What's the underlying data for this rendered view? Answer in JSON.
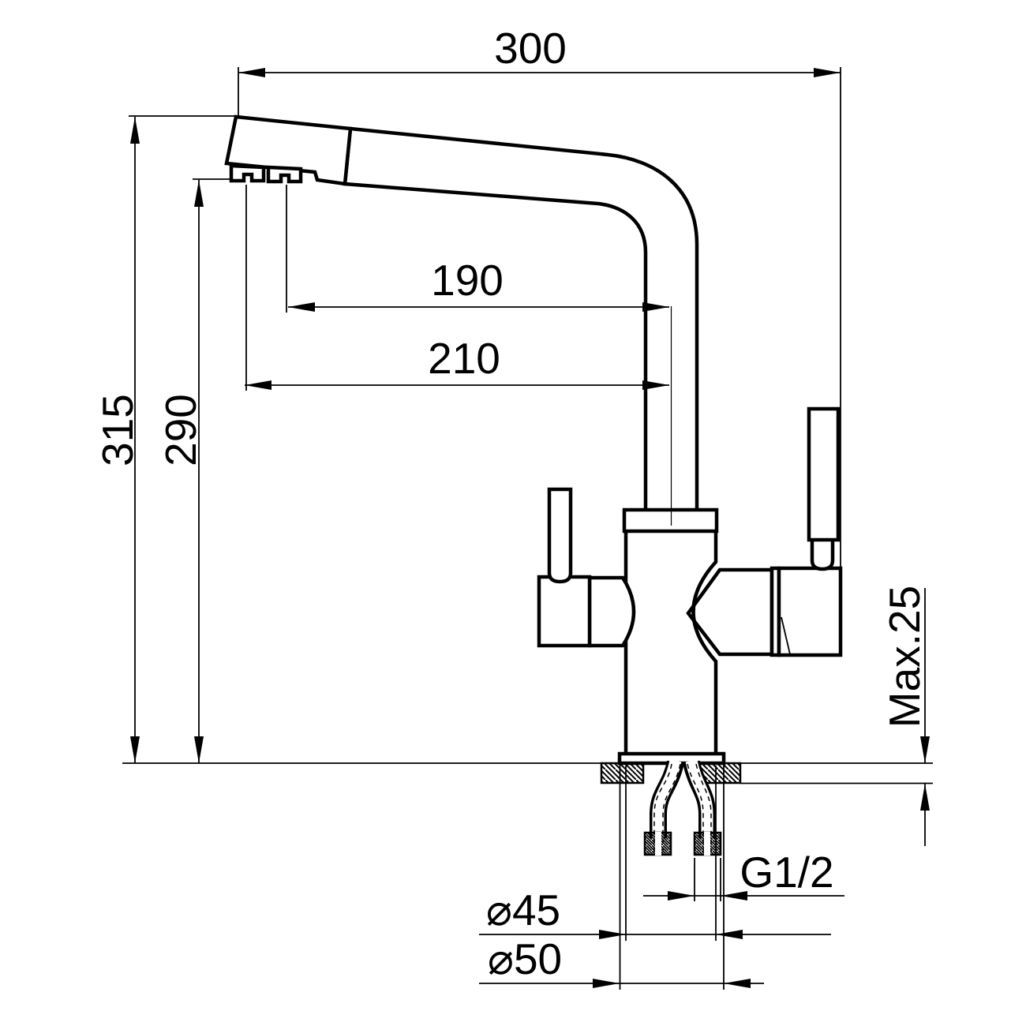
{
  "colors": {
    "line": "#000000",
    "background": "#ffffff"
  },
  "dimensions": {
    "spout_reach": {
      "label": "300"
    },
    "overall_height": {
      "label": "315"
    },
    "spout_height": {
      "label": "290"
    },
    "aerator_reach": {
      "label": "190"
    },
    "spout_tip_reach": {
      "label": "210"
    },
    "max_counter_thickness": {
      "label": "Max.25"
    },
    "connection_thread": {
      "label": "G1/2"
    },
    "body_diameter": {
      "label": "⌀45"
    },
    "base_diameter": {
      "label": "⌀50"
    }
  }
}
